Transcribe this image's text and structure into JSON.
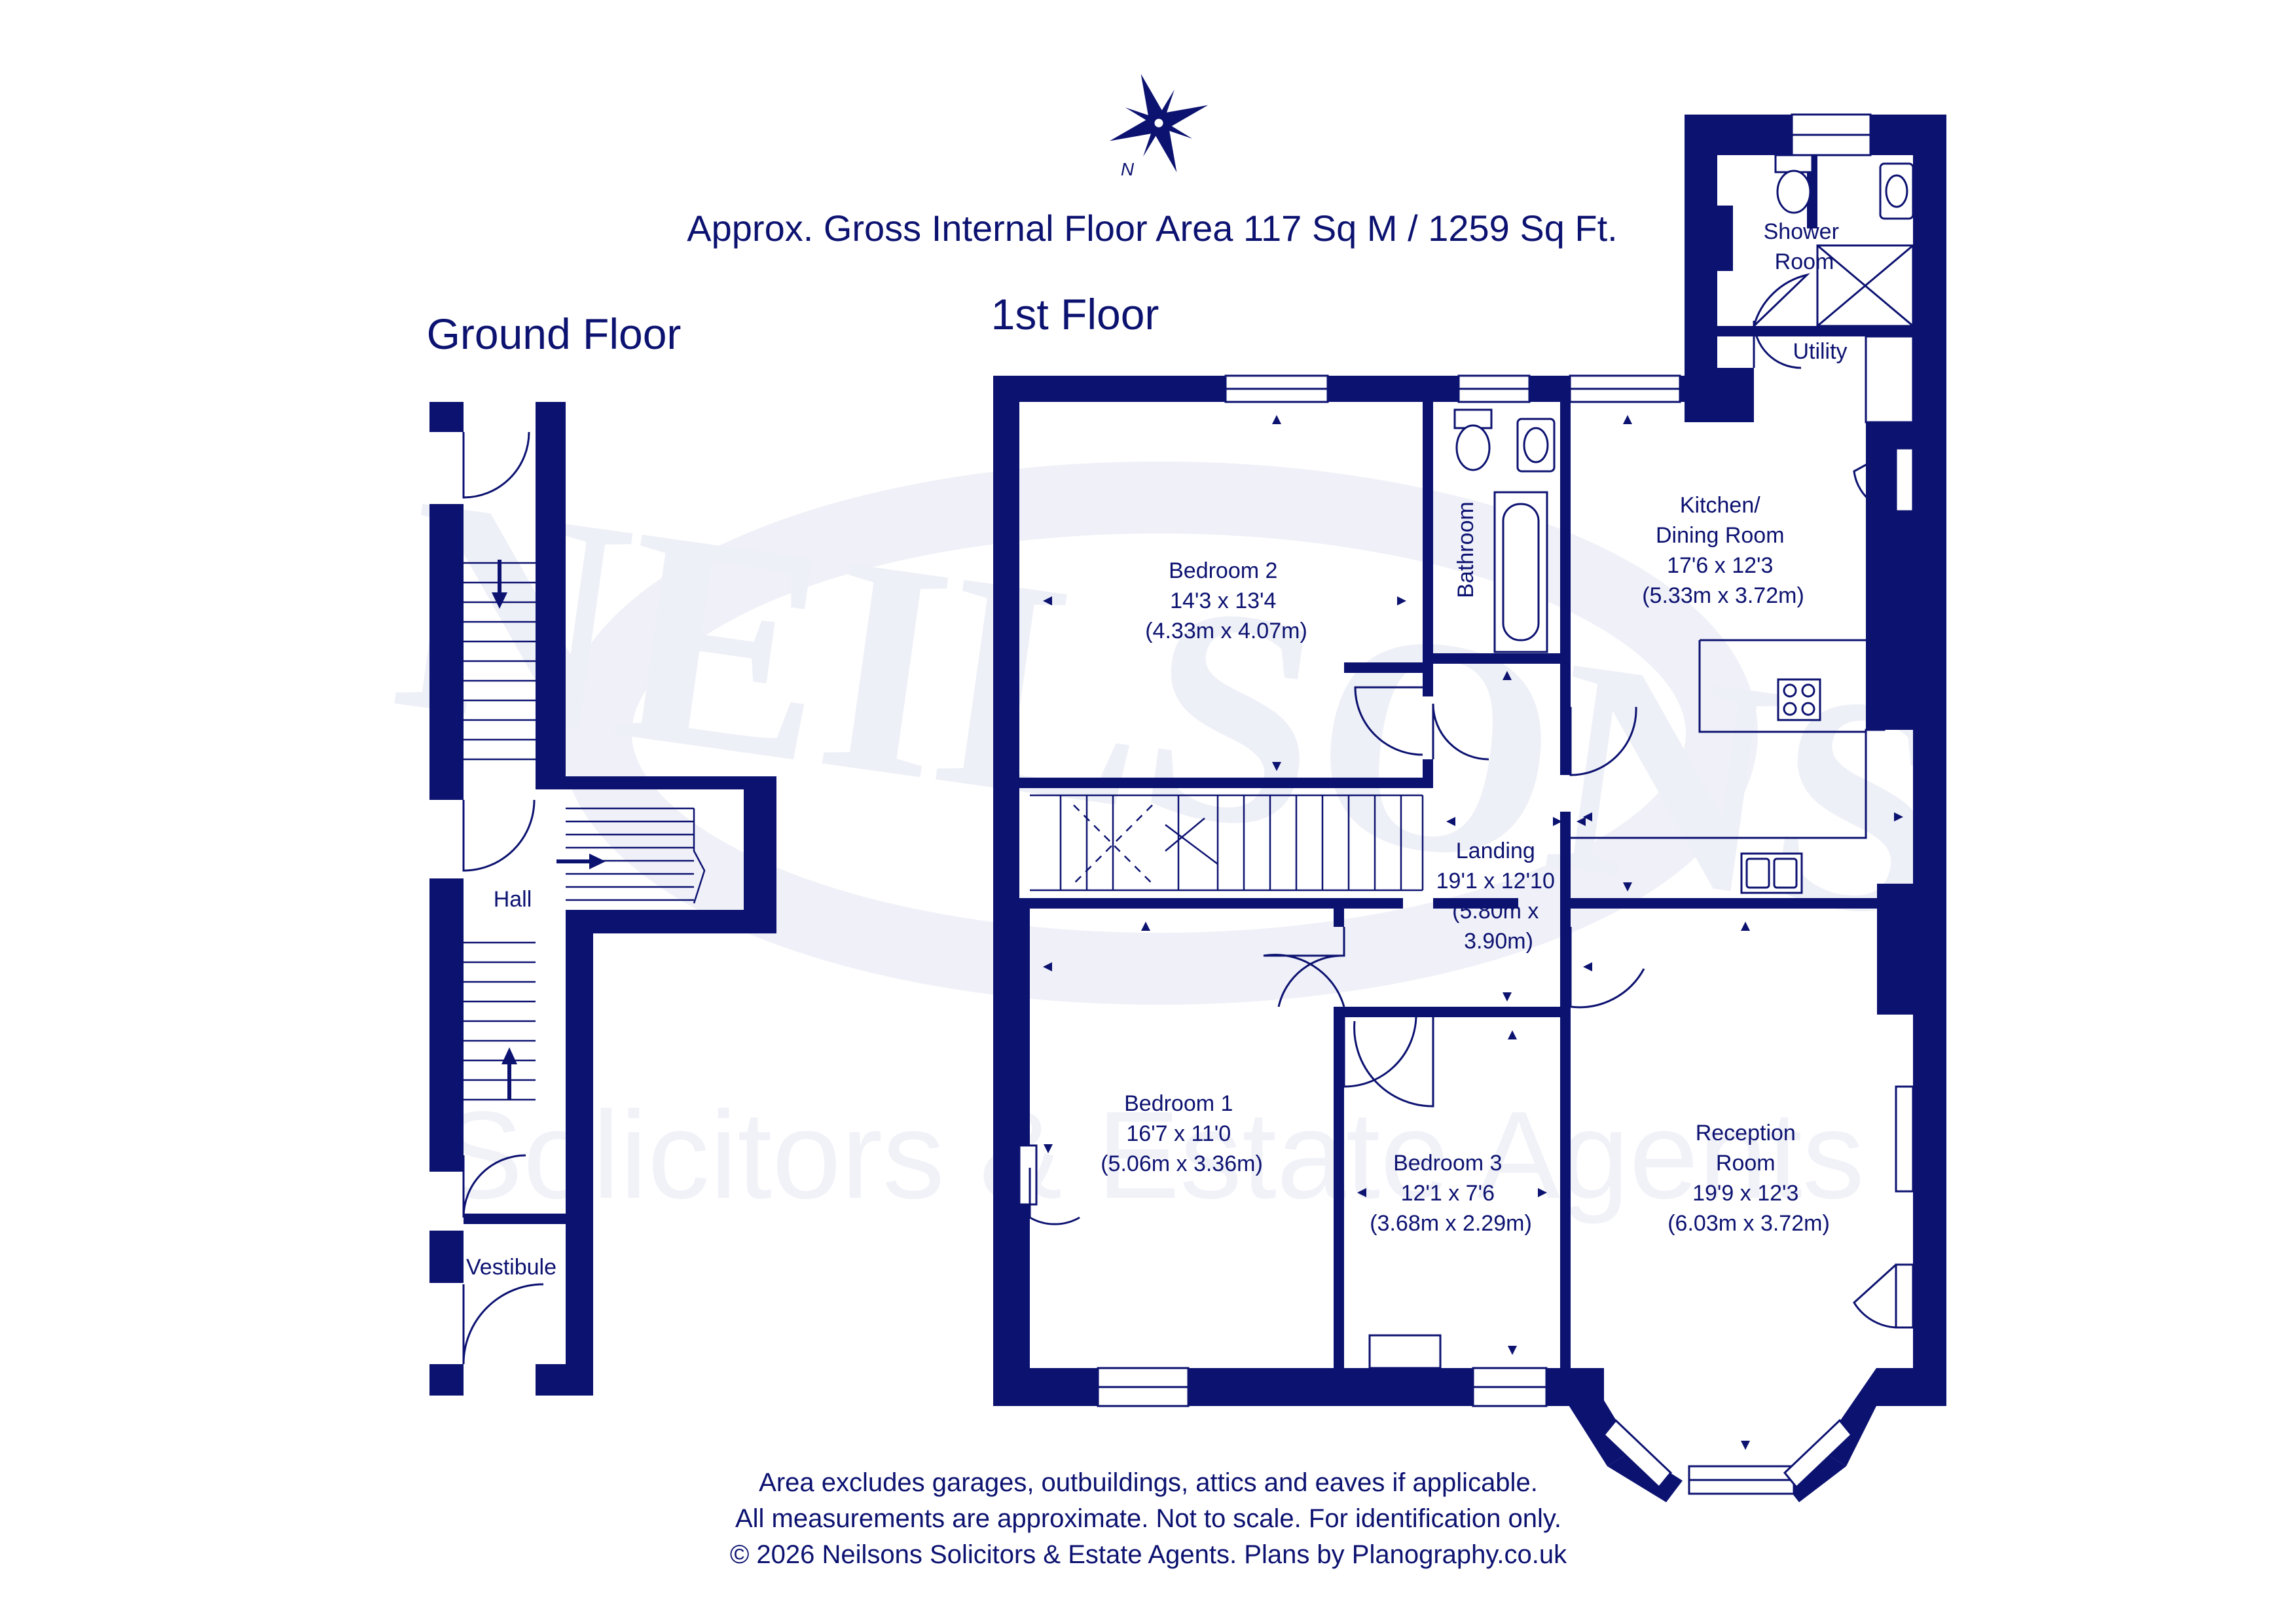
{
  "header": {
    "area_text": "Approx. Gross Internal Floor Area 117 Sq M / 1259 Sq Ft.",
    "compass_label": "N"
  },
  "floors": {
    "ground": "Ground Floor",
    "first": "1st Floor"
  },
  "rooms": {
    "hall": [
      "Hall"
    ],
    "vestibule": [
      "Vestibule"
    ],
    "shower_room": [
      "Shower",
      "Room"
    ],
    "utility": [
      "Utility"
    ],
    "bathroom": [
      "Bathroom"
    ],
    "bedroom2": [
      "Bedroom 2",
      "14'3 x 13'4",
      "(4.33m x 4.07m)"
    ],
    "kitchen": [
      "Kitchen/",
      "Dining Room",
      "17'6 x 12'3",
      "(5.33m x 3.72m)"
    ],
    "landing": [
      "Landing",
      "19'1 x 12'10",
      "(5.80m x",
      "3.90m)"
    ],
    "bedroom1": [
      "Bedroom 1",
      "16'7 x 11'0",
      "(5.06m x 3.36m)"
    ],
    "bedroom3": [
      "Bedroom 3",
      "12'1 x 7'6",
      "(3.68m x 2.29m)"
    ],
    "reception": [
      "Reception",
      "Room",
      "19'9 x 12'3",
      "(6.03m x 3.72m)"
    ]
  },
  "footer": [
    "Area excludes garages, outbuildings, attics and eaves if applicable.",
    "All measurements are approximate. Not to scale. For identification only.",
    "© 2026 Neilsons Solicitors & Estate Agents. Plans by Planography.co.uk"
  ],
  "watermark": {
    "brand": "NEILSONS",
    "tagline": "Solicitors & Estate Agents"
  },
  "colors": {
    "ink": "#0c1270",
    "watermark": "#eef0f7",
    "background": "#ffffff"
  },
  "icons": [
    "compass-rose-icon",
    "hob-icon",
    "sink-icon",
    "toilet-icon",
    "basin-icon",
    "bath-icon",
    "shower-tray-icon"
  ]
}
